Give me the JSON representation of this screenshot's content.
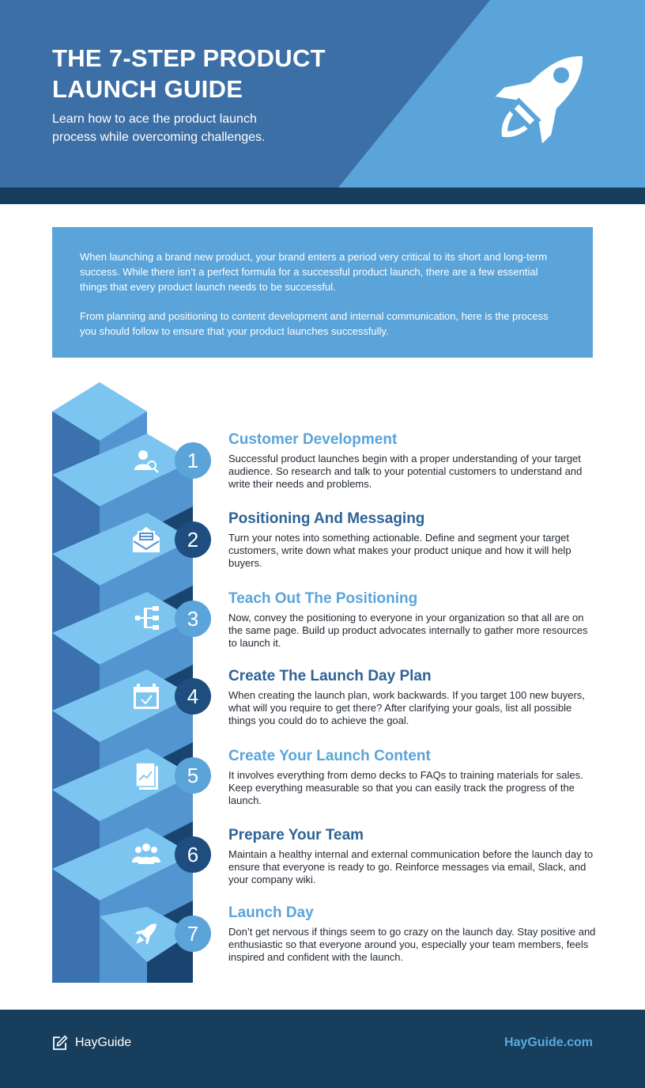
{
  "colors": {
    "header_dark": "#3c6fa6",
    "header_light": "#5ba4d9",
    "band": "#173e5c",
    "intro_bg": "#5ba4d9",
    "stair_top": "#7cc5f0",
    "stair_front": "#5295d1",
    "stair_side": "#3a71ae",
    "step_dark": "#1a4470",
    "title_light": "#5ba4d9",
    "title_dark": "#2e6396"
  },
  "header": {
    "title_line1": "THE 7-STEP PRODUCT",
    "title_line2": "LAUNCH GUIDE",
    "subtitle_line1": "Learn how to ace the product launch",
    "subtitle_line2": "process while overcoming challenges.",
    "icon": "rocket-icon"
  },
  "intro": {
    "paragraph1": "When launching a brand new product, your brand enters a period very critical to its short and long-term success. While there isn’t a perfect formula for a successful product launch, there are a few essential things that every product launch needs to be successful.",
    "paragraph2": "From planning and positioning to content development and internal communication, here is the process you should follow to ensure that your product launches successfully."
  },
  "steps": [
    {
      "number": "1",
      "icon": "user-search-icon",
      "title": "Customer Development",
      "description": "Successful product launches begin with a proper understanding of your target audience. So research and talk to your potential customers to understand and write their needs and problems."
    },
    {
      "number": "2",
      "icon": "envelope-icon",
      "title": "Positioning And Messaging",
      "description": "Turn your notes into something actionable. Define and segment your target customers, write down what makes your product unique and how it will help buyers."
    },
    {
      "number": "3",
      "icon": "flowchart-icon",
      "title": "Teach Out The Positioning",
      "description": "Now, convey the positioning to everyone in your organization so that all are on the same page. Build up product advocates internally to gather more resources to launch it."
    },
    {
      "number": "4",
      "icon": "calendar-check-icon",
      "title": "Create The Launch Day Plan",
      "description": "When creating the launch plan, work backwards. If you target 100 new buyers, what will you require to get there? After clarifying your goals, list all possible things you could do to achieve the goal."
    },
    {
      "number": "5",
      "icon": "chart-document-icon",
      "title": "Create Your Launch Content",
      "description": "It involves everything from demo decks to FAQs to training materials for sales. Keep everything measurable so that you can easily track the progress of the launch."
    },
    {
      "number": "6",
      "icon": "team-icon",
      "title": "Prepare Your Team",
      "description": "Maintain a healthy internal and external communication before the launch day to ensure that everyone is ready to go. Reinforce messages via email, Slack, and your company wiki."
    },
    {
      "number": "7",
      "icon": "rocket-icon",
      "title": "Launch Day",
      "description": "Don’t get nervous if things seem to go crazy on the launch day. Stay positive and enthusiastic so that everyone around you, especially your team members, feels inspired and confident with the launch."
    }
  ],
  "footer": {
    "brand": "HayGuide",
    "brand_icon": "edit-icon",
    "url": "HayGuide.com"
  }
}
